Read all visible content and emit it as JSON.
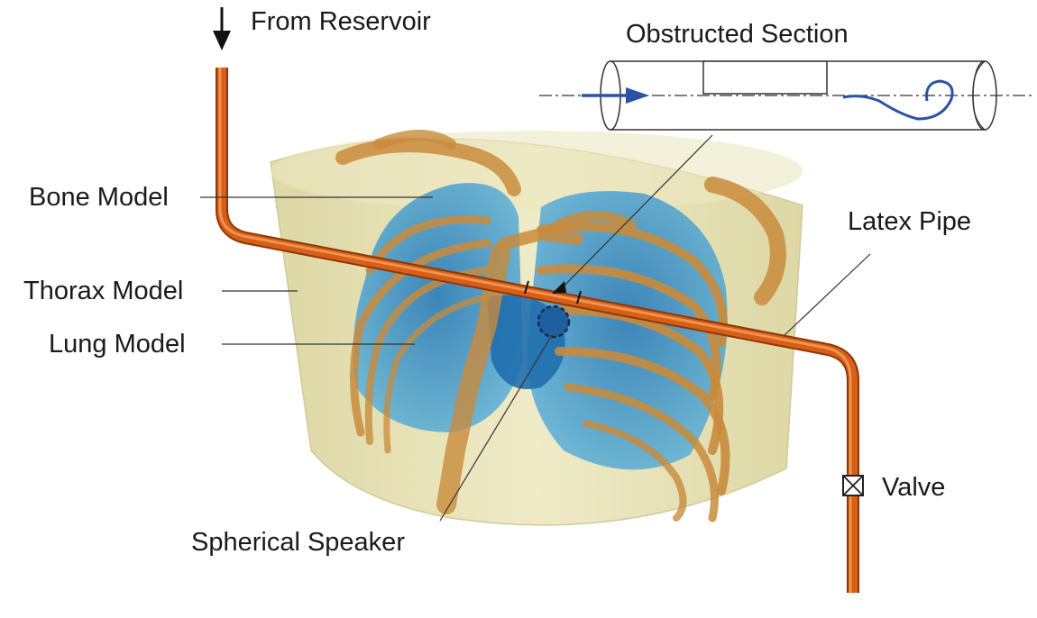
{
  "labels": {
    "from_reservoir": "From Reservoir",
    "obstructed_section": "Obstructed Section",
    "bone_model": "Bone Model",
    "latex_pipe": "Latex Pipe",
    "thorax_model": "Thorax Model",
    "lung_model": "Lung Model",
    "valve": "Valve",
    "spherical_speaker": "Spherical Speaker"
  },
  "colors": {
    "pipe": "#d85f16",
    "pipe_highlight": "#f3a064",
    "thorax_fill": "#e6e2b4",
    "bone": "#c98b3c",
    "lung": "#2c89c4",
    "flow_arrow": "#2a53a8",
    "leader_line": "#333333"
  }
}
